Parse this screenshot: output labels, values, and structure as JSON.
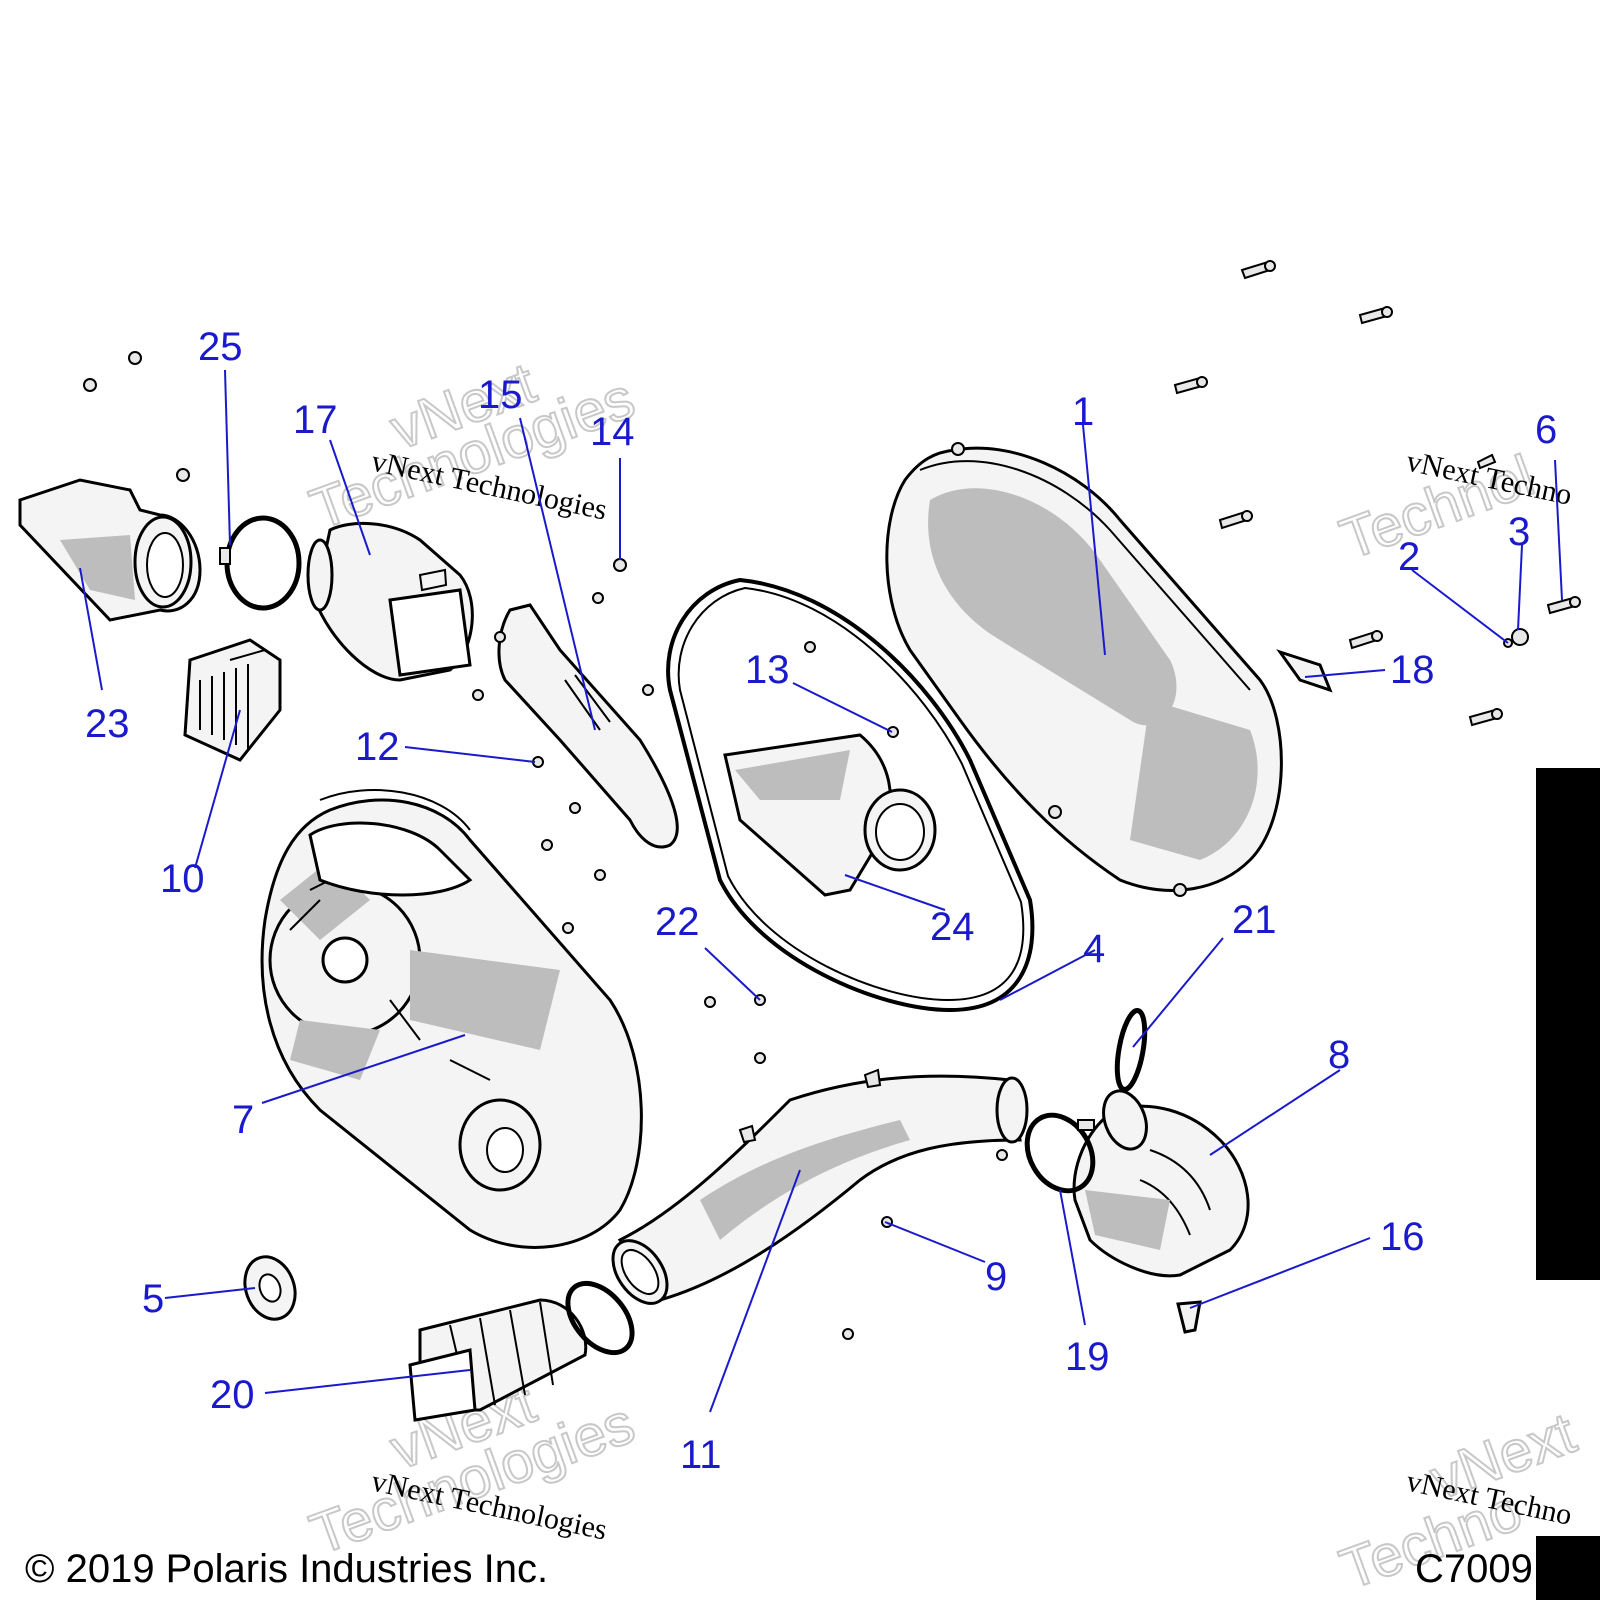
{
  "watermarks": {
    "script_text": "vNext Technologies",
    "outline_line1": "vNext",
    "outline_line2": "Technologies",
    "partial_script_right_top": "vNext Techno",
    "partial_outline_right_top": "Technol",
    "partial_script_right_bottom": "vNext Techno",
    "partial_outline_right_bottom_1": "vNext",
    "partial_outline_right_bottom_2": "Techno"
  },
  "footer": {
    "copyright": "© 2019 Polaris Industries Inc.",
    "drawing_code": "C7009"
  },
  "callouts": [
    "1",
    "2",
    "3",
    "4",
    "5",
    "6",
    "7",
    "8",
    "9",
    "10",
    "11",
    "12",
    "13",
    "14",
    "15",
    "16",
    "17",
    "18",
    "19",
    "20",
    "21",
    "22",
    "23",
    "24",
    "25"
  ],
  "colors": {
    "callout": "#1a1acc",
    "outline": "#000000",
    "shade": "#bdbdbd",
    "watermark": "#c8c8c8"
  }
}
